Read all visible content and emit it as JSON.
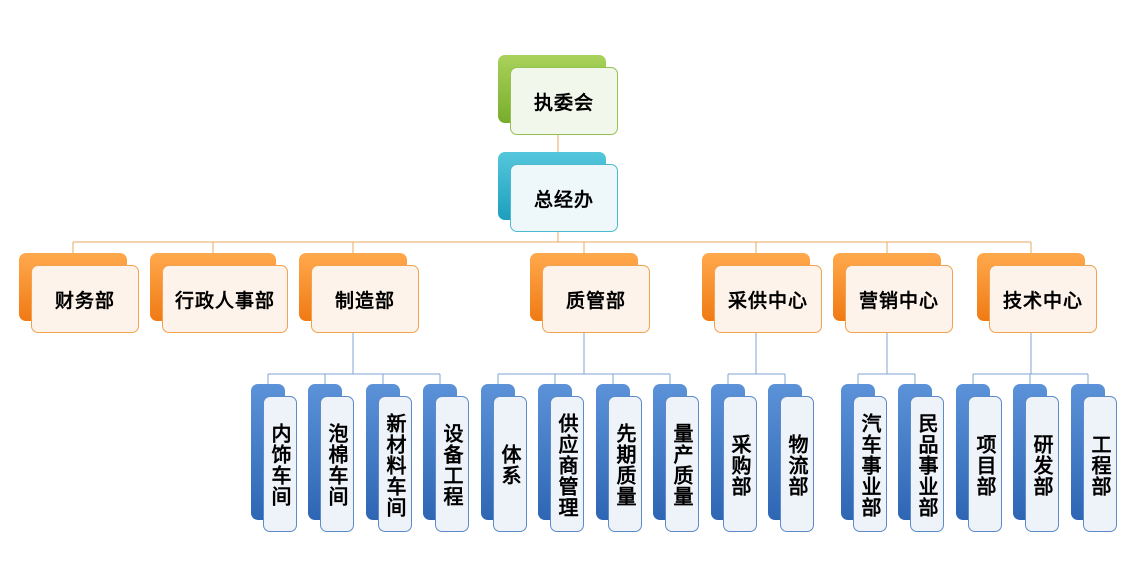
{
  "diagram": {
    "root": "执委会",
    "office": "总经办",
    "departments": [
      {
        "label": "财务部",
        "children": []
      },
      {
        "label": "行政人事部",
        "children": []
      },
      {
        "label": "制造部",
        "children": [
          "内饰车间",
          "泡棉车间",
          "新材料车间",
          "设备工程"
        ]
      },
      {
        "label": "质管部",
        "children": [
          "体系",
          "供应商管理",
          "先期质量",
          "量产质量"
        ]
      },
      {
        "label": "采供中心",
        "children": [
          "采购部",
          "物流部"
        ]
      },
      {
        "label": "营销中心",
        "children": [
          "汽车事业部",
          "民品事业部"
        ]
      },
      {
        "label": "技术中心",
        "children": [
          "项目部",
          "研发部",
          "工程部"
        ]
      }
    ]
  },
  "colors": {
    "root": "#8cc63f",
    "office": "#31b0cf",
    "department": "#f58a1f",
    "unit": "#3c78c8",
    "connector": "#e8a860",
    "connector_lower": "#7fa6d6"
  }
}
